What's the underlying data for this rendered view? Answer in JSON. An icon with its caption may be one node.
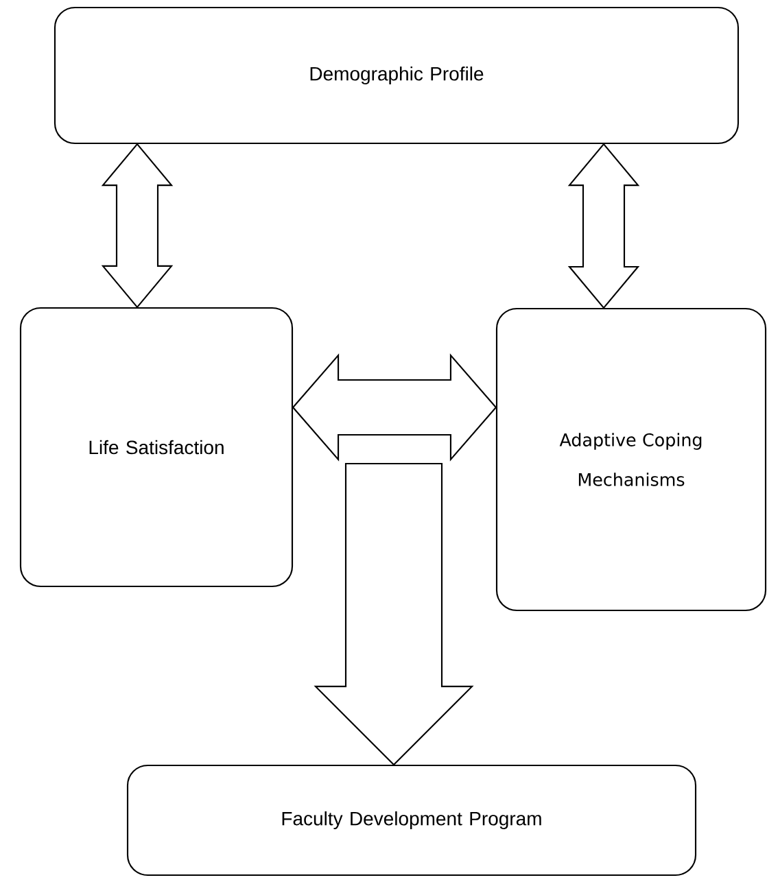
{
  "diagram": {
    "nodes": [
      {
        "text": [
          "Demographic Profile"
        ]
      },
      {
        "text": [
          "Life Satisfaction"
        ]
      },
      {
        "text": [
          "Adaptive Coping Mechanisms"
        ]
      },
      {
        "text": [
          "Faculty Development Program"
        ]
      }
    ],
    "edges": [
      {
        "from": 0,
        "to": 1,
        "arrow": "both"
      },
      {
        "from": 0,
        "to": 2,
        "arrow": "both"
      },
      {
        "from": 1,
        "to": 2,
        "arrow": "both"
      },
      {
        "from": null,
        "to": 3,
        "arrow": "to"
      }
    ]
  }
}
